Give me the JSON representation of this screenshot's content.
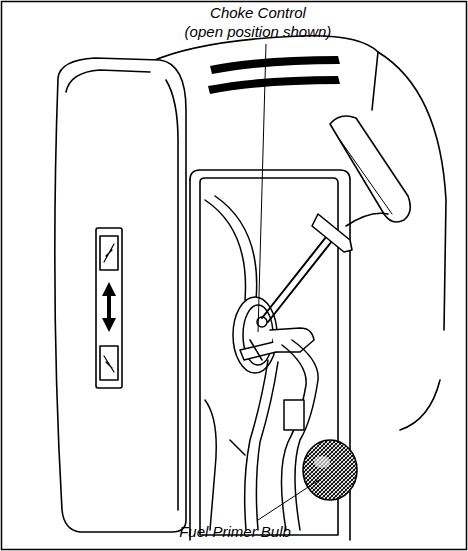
{
  "diagram": {
    "labels": [
      "Choke Control",
      "(open position shown)",
      "Fuel Primer Bulb"
    ]
  }
}
